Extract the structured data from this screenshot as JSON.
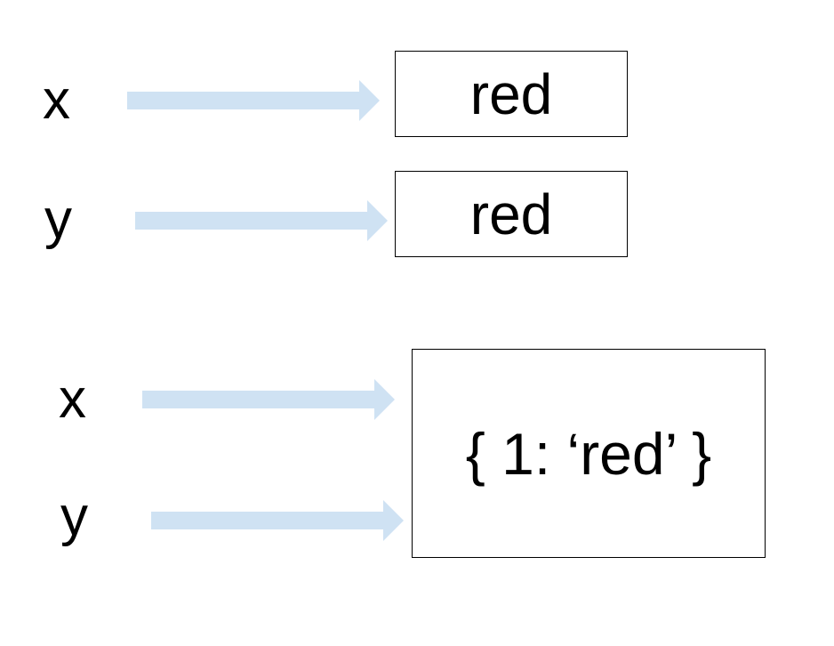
{
  "colors": {
    "arrow": "#cfe2f3",
    "box_border": "#000000",
    "text": "#000000",
    "background": "#ffffff"
  },
  "top_scenario": {
    "x_label": "x",
    "y_label": "y",
    "x_value": "red",
    "y_value": "red"
  },
  "bottom_scenario": {
    "x_label": "x",
    "y_label": "y",
    "shared_value": "{ 1: ‘red’ }"
  }
}
